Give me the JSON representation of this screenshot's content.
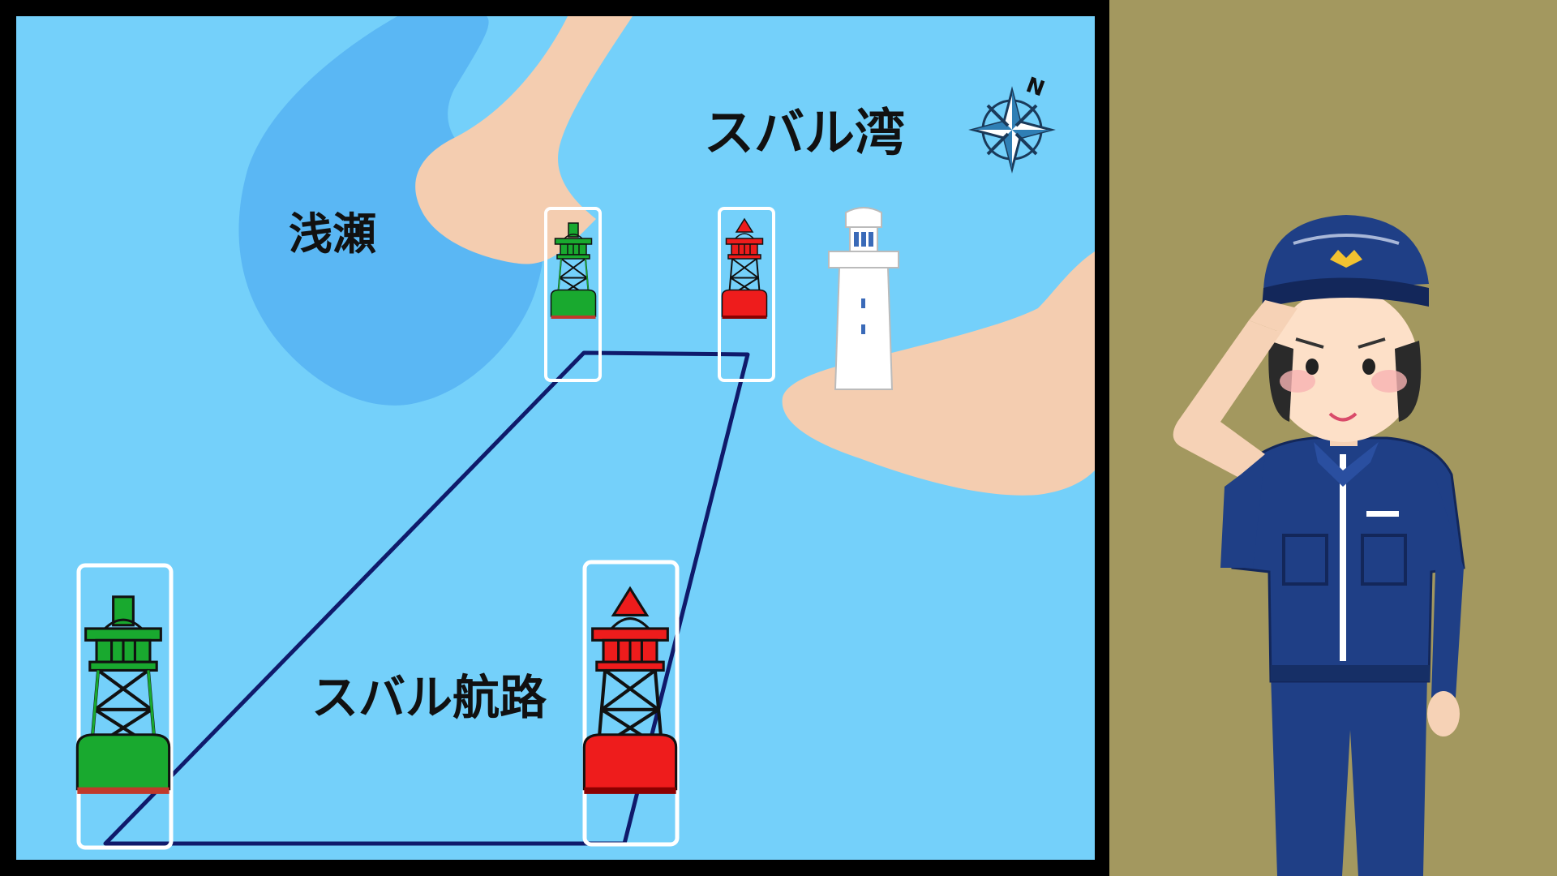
{
  "map": {
    "bay_label": "スバル湾",
    "shoal_label": "浅瀬",
    "channel_label": "スバル航路",
    "compass_north": "N",
    "colors": {
      "sea": "#74d0fa",
      "shoal": "#5ab7f4",
      "land": "#f4cdb0",
      "channel_line": "#0f1a6b",
      "starboard_buoy": "#ee1c1c",
      "port_buoy": "#19a92f"
    },
    "buoys": [
      {
        "name": "port-buoy-far",
        "color": "green"
      },
      {
        "name": "starboard-buoy-far",
        "color": "red"
      },
      {
        "name": "port-buoy-near",
        "color": "green"
      },
      {
        "name": "starboard-buoy-near",
        "color": "red"
      }
    ],
    "icons": [
      "compass-rose-icon",
      "lighthouse-icon"
    ]
  },
  "side_panel": {
    "background": "#a3985f",
    "character": "coast-guard-officer-saluting"
  }
}
